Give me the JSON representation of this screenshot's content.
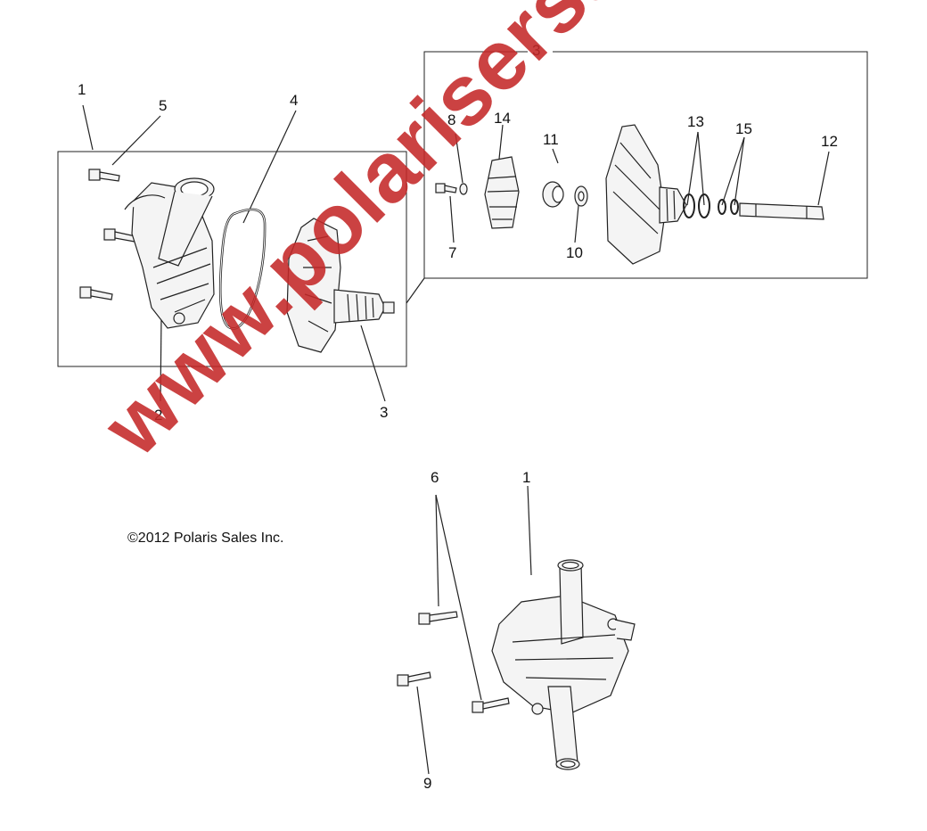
{
  "copyright": "©2012 Polaris Sales Inc.",
  "watermark": "www.polarisersatzteile.de",
  "colors": {
    "line": "#222222",
    "part_fill": "#f4f4f4",
    "watermark": "#c42828"
  },
  "callouts": {
    "c1_top": "1",
    "c5": "5",
    "c4": "4",
    "c2": "2",
    "c3_mid": "3",
    "c3_top": "3",
    "c8": "8",
    "c14": "14",
    "c11": "11",
    "c13": "13",
    "c15": "15",
    "c12": "12",
    "c7": "7",
    "c10": "10",
    "c6": "6",
    "c1_bot": "1",
    "c9": "9"
  }
}
